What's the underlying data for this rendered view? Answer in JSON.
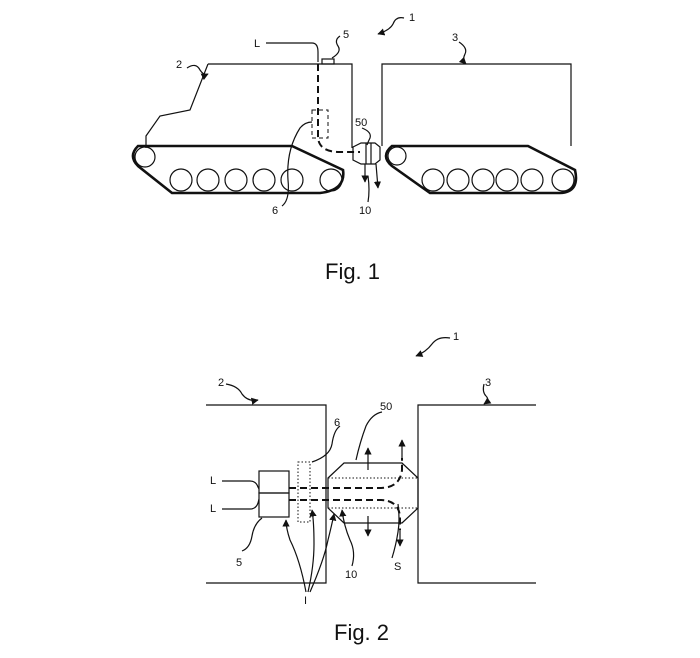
{
  "fig1": {
    "caption": "Fig. 1",
    "labels": {
      "ref_1": "1",
      "ref_2": "2",
      "ref_3": "3",
      "ref_5": "5",
      "ref_6": "6",
      "ref_10": "10",
      "ref_50": "50",
      "ref_L": "L"
    }
  },
  "fig2": {
    "caption": "Fig. 2",
    "labels": {
      "ref_1": "1",
      "ref_2": "2",
      "ref_3": "3",
      "ref_5": "5",
      "ref_6": "6",
      "ref_10": "10",
      "ref_50": "50",
      "ref_L_top": "L",
      "ref_L_bottom": "L",
      "ref_S": "S",
      "ref_I": "I"
    }
  }
}
